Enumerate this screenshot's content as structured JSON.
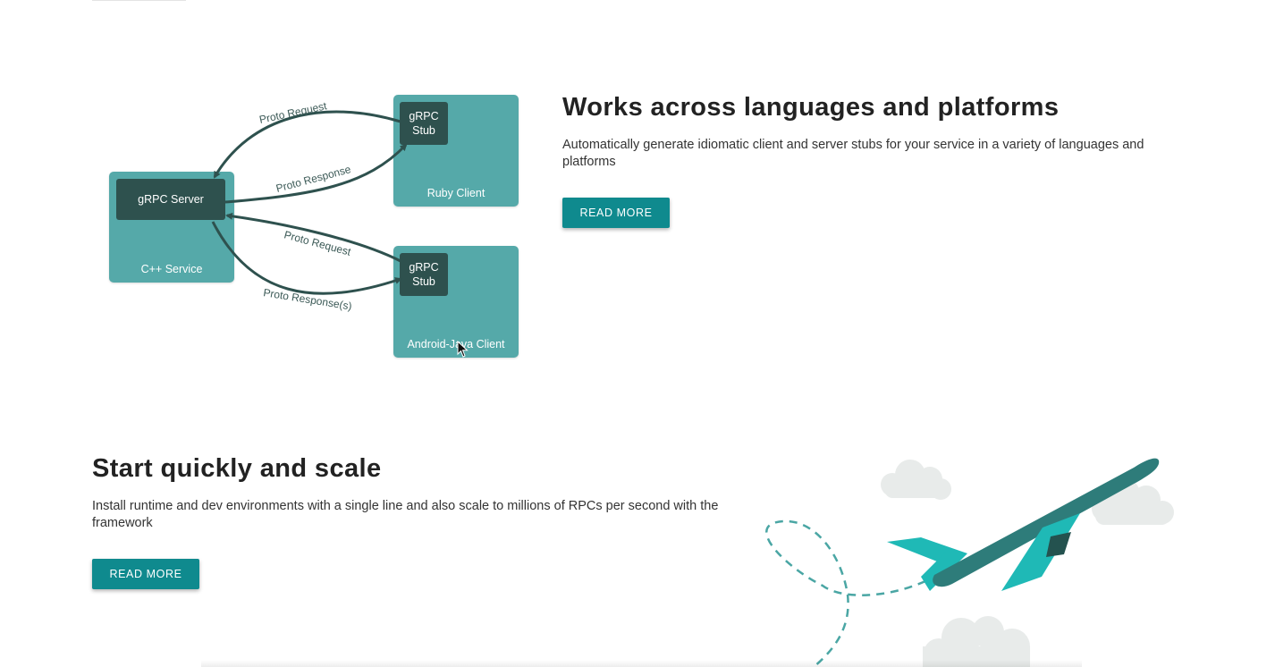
{
  "section1": {
    "title": "Works across languages and platforms",
    "description": "Automatically generate idiomatic client and server stubs for your service in a variety of languages and platforms",
    "button_label": "READ MORE",
    "diagram": {
      "server_label": "gRPC Server",
      "server_service_label": "C++ Service",
      "ruby_stub_label": "gRPC Stub",
      "ruby_client_label": "Ruby Client",
      "android_stub_label": "gRPC Stub",
      "android_client_label": "Android-Java Client",
      "arrow_labels": {
        "ruby_request": "Proto Request",
        "ruby_response": "Proto Response",
        "android_request": "Proto Request",
        "android_response": "Proto Response(s)"
      }
    }
  },
  "section2": {
    "title": "Start quickly and scale",
    "description": "Install runtime and dev environments with a single line and also scale to millions of RPCs per second with the framework",
    "button_label": "READ MORE"
  },
  "colors": {
    "accent": "#0f8a8e",
    "box_teal": "#55a9a9",
    "box_dark": "#2e514e",
    "plane_body": "#2e7c7a",
    "plane_wing": "#1fb9b6",
    "cloud": "#e8ebea"
  },
  "icons": {
    "illustration": "airplane-icon",
    "cursor": "cursor-icon"
  }
}
